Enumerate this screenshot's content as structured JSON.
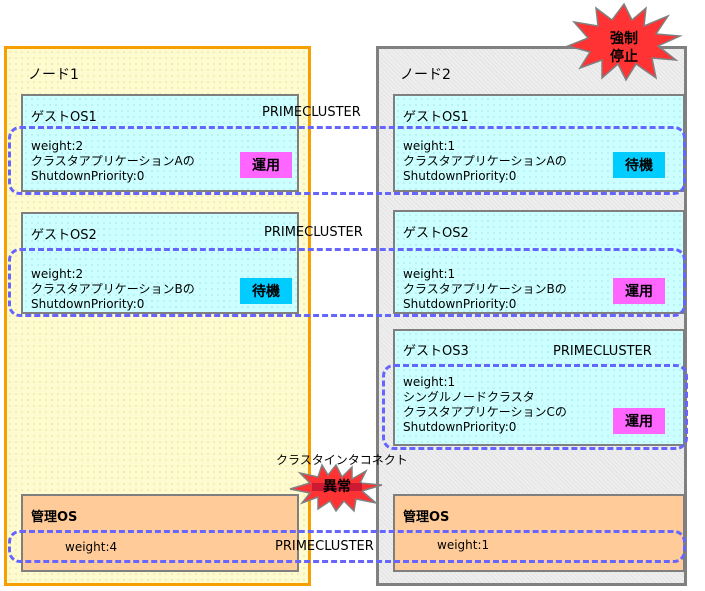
{
  "nodes": [
    {
      "label": "ノード1",
      "guests": [
        {
          "title": "ゲストOS1",
          "weight": "weight:2",
          "app": "クラスタアプリケーションAの",
          "priority": "ShutdownPriority:0",
          "status": "運用",
          "status_kind": "active"
        },
        {
          "title": "ゲストOS2",
          "weight": "weight:2",
          "app": "クラスタアプリケーションBの",
          "priority": "ShutdownPriority:0",
          "status": "待機",
          "status_kind": "standby"
        }
      ],
      "mgmt": {
        "title": "管理OS",
        "weight": "weight:4"
      }
    },
    {
      "label": "ノード2",
      "guests": [
        {
          "title": "ゲストOS1",
          "weight": "weight:1",
          "app": "クラスタアプリケーションAの",
          "priority": "ShutdownPriority:0",
          "status": "待機",
          "status_kind": "standby"
        },
        {
          "title": "ゲストOS2",
          "weight": "weight:1",
          "app": "クラスタアプリケーションBの",
          "priority": "ShutdownPriority:0",
          "status": "運用",
          "status_kind": "active"
        },
        {
          "title": "ゲストOS3",
          "weight": "weight:1",
          "note": "シングルノードクラスタ",
          "app": "クラスタアプリケーションCの",
          "priority": "ShutdownPriority:0",
          "status": "運用",
          "status_kind": "active"
        }
      ],
      "mgmt": {
        "title": "管理OS",
        "weight": "weight:1"
      }
    }
  ],
  "clusters": {
    "label": "PRIMECLUSTER"
  },
  "interconnect": {
    "label": "クラスタインタコネクト",
    "error": "異常"
  },
  "forced_stop": {
    "line1": "強制",
    "line2": "停止"
  },
  "colors": {
    "active": "#ff66ff",
    "standby": "#00ccff",
    "node1_border": "#f5a000",
    "node2_border": "#808080",
    "cluster_dash": "#6666ff",
    "alert": "#ff3333"
  }
}
